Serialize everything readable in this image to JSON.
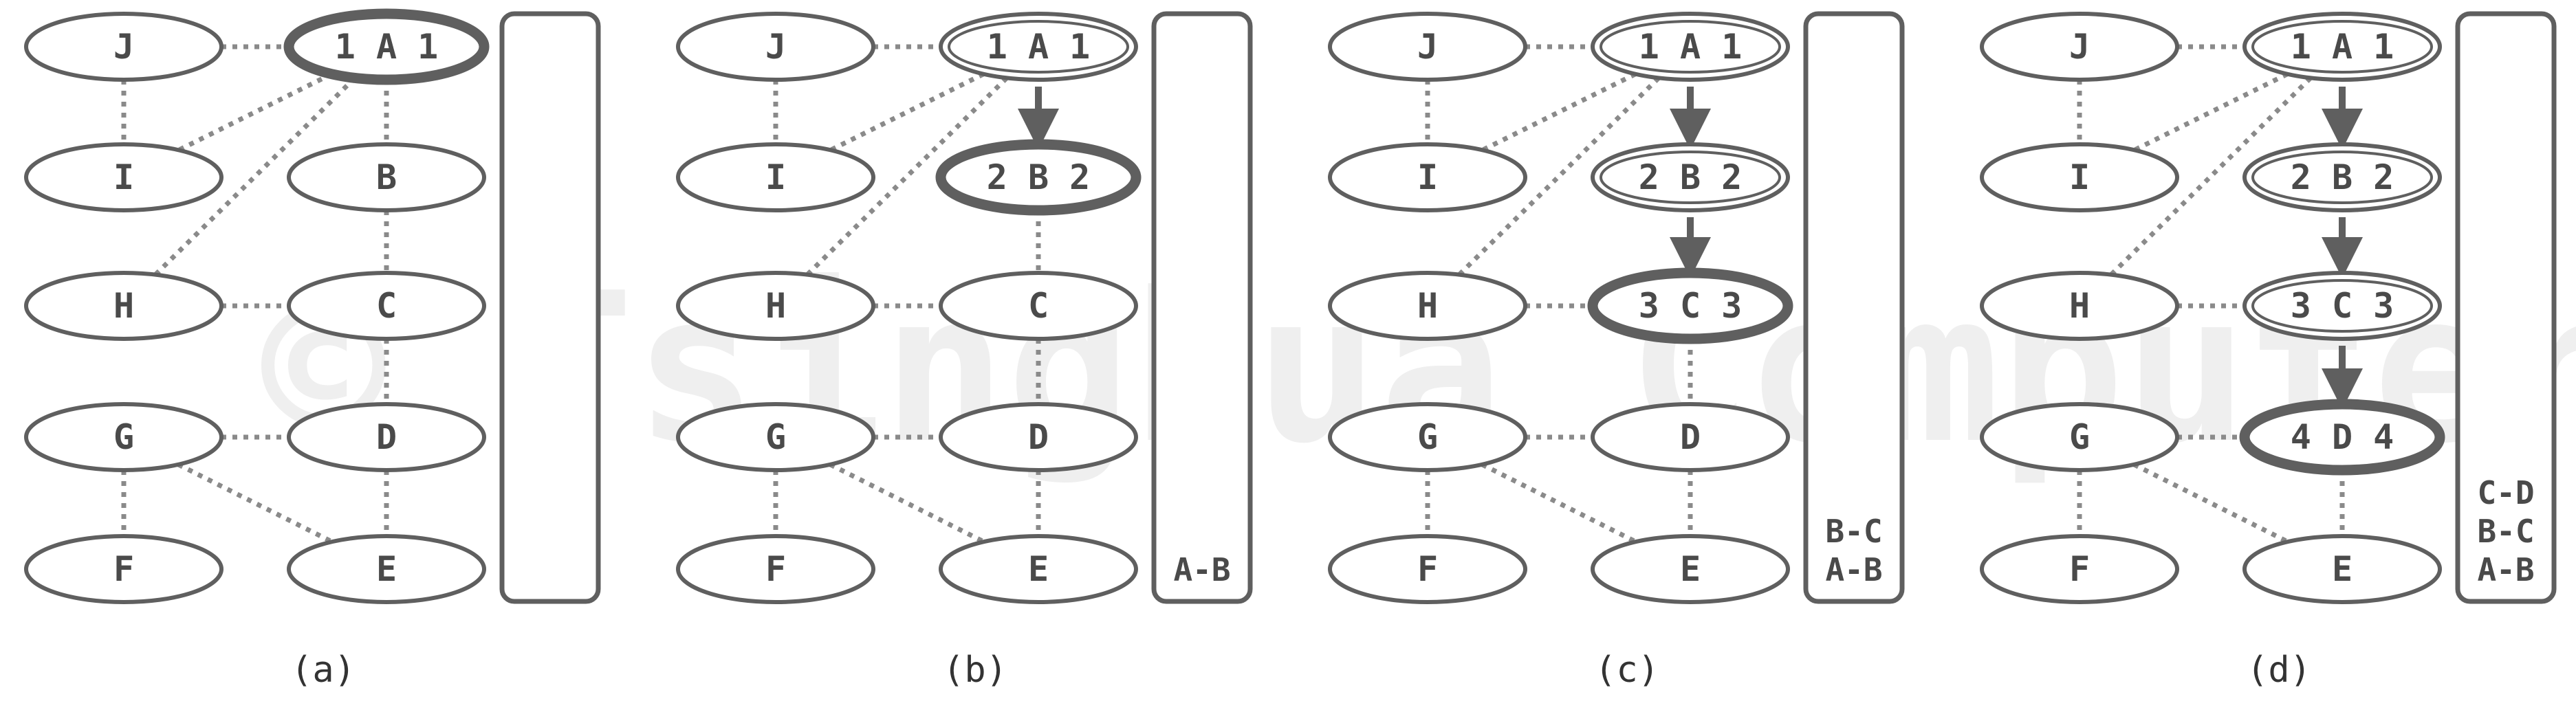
{
  "watermark": "© Tsinghua Computer",
  "colors": {
    "stroke": "#5f5f5f",
    "text": "#4a4a4a",
    "dotted": "#8a8a8a",
    "watermark": "#efefef"
  },
  "node_labels": [
    "J",
    "1 A 1",
    "I",
    "B",
    "H",
    "C",
    "G",
    "D",
    "F",
    "E"
  ],
  "panels": [
    {
      "caption": "(a)",
      "visited": [
        {
          "node": "A",
          "label": "1 A 1"
        }
      ],
      "stack": []
    },
    {
      "caption": "(b)",
      "visited": [
        {
          "node": "A",
          "label": "1 A 1"
        },
        {
          "node": "B",
          "label": "2 B 2"
        }
      ],
      "stack": [
        "A-B"
      ]
    },
    {
      "caption": "(c)",
      "visited": [
        {
          "node": "A",
          "label": "1 A 1"
        },
        {
          "node": "B",
          "label": "2 B 2"
        },
        {
          "node": "C",
          "label": "3 C 3"
        }
      ],
      "stack": [
        "B-C",
        "A-B"
      ]
    },
    {
      "caption": "(d)",
      "visited": [
        {
          "node": "A",
          "label": "1 A 1"
        },
        {
          "node": "B",
          "label": "2 B 2"
        },
        {
          "node": "C",
          "label": "3 C 3"
        },
        {
          "node": "D",
          "label": "4 D 4"
        }
      ],
      "stack": [
        "C-D",
        "B-C",
        "A-B"
      ]
    }
  ],
  "plain_labels": {
    "A": "A",
    "B": "B",
    "C": "C",
    "D": "D",
    "E": "E",
    "F": "F",
    "G": "G",
    "H": "H",
    "I": "I",
    "J": "J"
  },
  "edges": [
    [
      "J",
      "A"
    ],
    [
      "J",
      "I"
    ],
    [
      "A",
      "I"
    ],
    [
      "A",
      "H"
    ],
    [
      "A",
      "B"
    ],
    [
      "B",
      "C"
    ],
    [
      "H",
      "C"
    ],
    [
      "C",
      "D"
    ],
    [
      "G",
      "D"
    ],
    [
      "G",
      "F"
    ],
    [
      "G",
      "E"
    ],
    [
      "D",
      "E"
    ]
  ]
}
